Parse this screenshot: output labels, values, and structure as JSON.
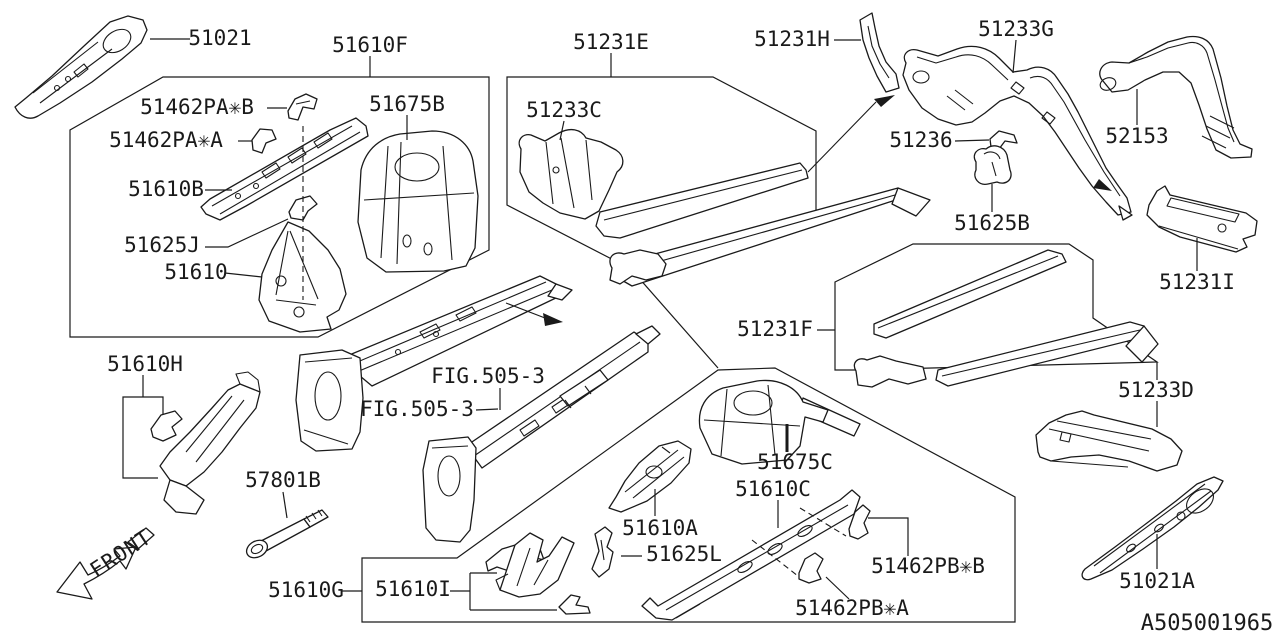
{
  "diagram": {
    "background_color": "#ffffff",
    "line_color": "#1a1a1a",
    "doc_number": "A505001965",
    "front_label": "FRONT",
    "figure_refs": [
      "FIG.505-3",
      "FIG.505-3"
    ],
    "part_labels": {
      "p51021": "51021",
      "p51610F": "51610F",
      "p51462PAB": "51462PA✳B",
      "p51462PAA": "51462PA✳A",
      "p51610B": "51610B",
      "p51675B": "51675B",
      "p51625J": "51625J",
      "p51610": "51610",
      "p51231E": "51231E",
      "p51233C": "51233C",
      "p51231H": "51231H",
      "p51233G": "51233G",
      "p52153": "52153",
      "p51236": "51236",
      "p51625B": "51625B",
      "p51231I": "51231I",
      "p51231F": "51231F",
      "p51233D": "51233D",
      "p51610H": "51610H",
      "p57801B": "57801B",
      "p51675C": "51675C",
      "p51610C": "51610C",
      "p51610A": "51610A",
      "p51625L": "51625L",
      "p51610G": "51610G",
      "p51610I": "51610I",
      "p51462PBB": "51462PB✳B",
      "p51462PBA": "51462PB✳A",
      "p51021A": "51021A"
    }
  }
}
